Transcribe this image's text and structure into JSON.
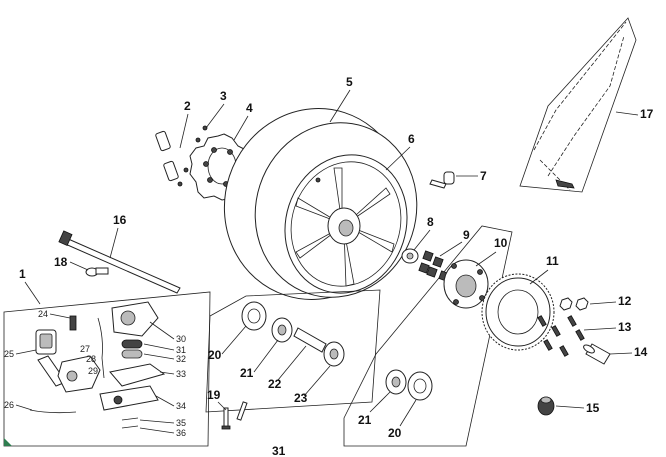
{
  "labels": {
    "n1": "1",
    "n2": "2",
    "n3": "3",
    "n4": "4",
    "n5": "5",
    "n6": "6",
    "n7": "7",
    "n8": "8",
    "n9": "9",
    "n10": "10",
    "n11": "11",
    "n12": "12",
    "n13": "13",
    "n14": "14",
    "n15": "15",
    "n16": "16",
    "n17": "17",
    "n18": "18",
    "n19": "19",
    "n20a": "20",
    "n20b": "20",
    "n21a": "21",
    "n21b": "21",
    "n22": "22",
    "n23": "23",
    "s24": "24",
    "s25": "25",
    "s26": "26",
    "s27": "27",
    "s28": "28",
    "s29": "29",
    "s30": "30",
    "s31": "31",
    "s32": "32",
    "s33": "33",
    "s34": "34",
    "s35": "35",
    "s36": "36"
  },
  "page_number": "31",
  "colors": {
    "ink": "#222222",
    "background": "#ffffff",
    "accent": "#2e7d4f"
  }
}
